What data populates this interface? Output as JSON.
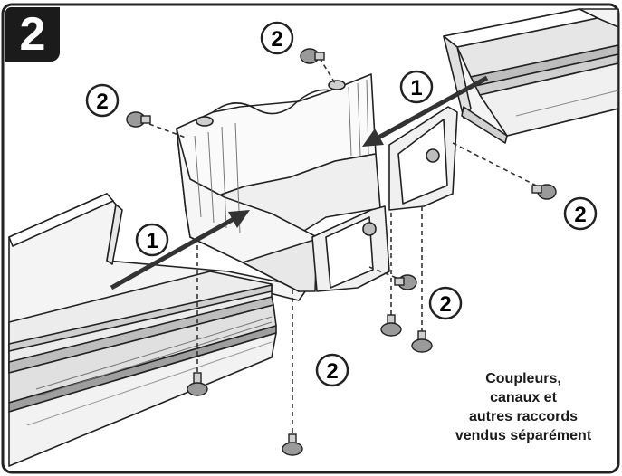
{
  "step_number": "2",
  "callouts": [
    {
      "label": "1"
    },
    {
      "label": "1"
    },
    {
      "label": "2"
    },
    {
      "label": "2"
    },
    {
      "label": "2"
    },
    {
      "label": "2"
    },
    {
      "label": "2"
    }
  ],
  "note_lines": [
    "Coupleurs,",
    "canaux et",
    "autres raccords",
    "vendus séparément"
  ]
}
